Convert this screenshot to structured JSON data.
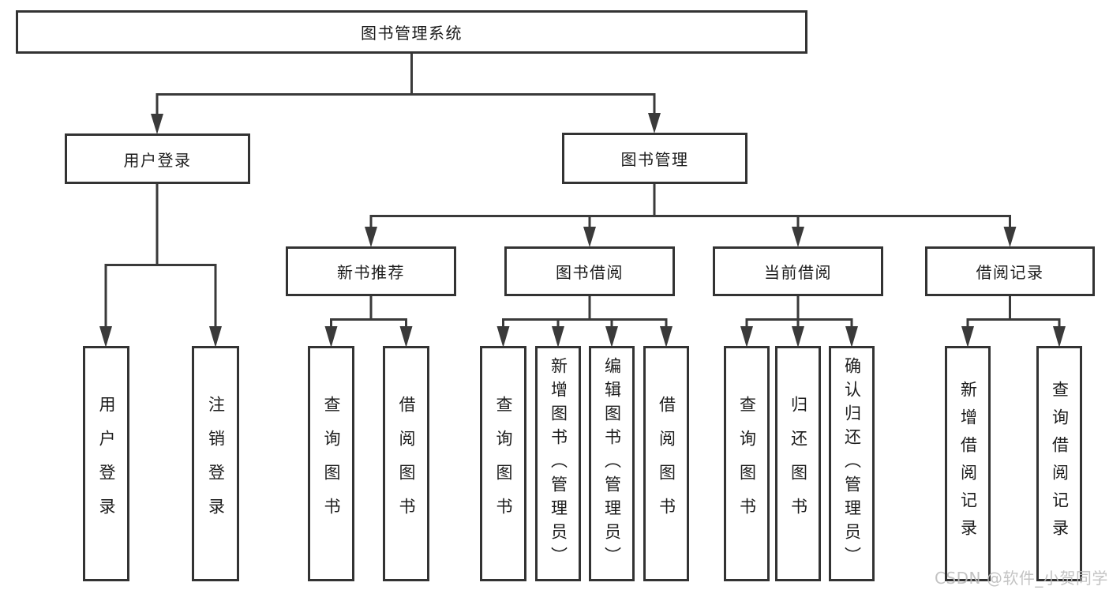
{
  "diagram": {
    "root": {
      "label": "图书管理系统"
    },
    "level2": [
      {
        "label": "用户登录",
        "children": [
          {
            "label": "用户登录"
          },
          {
            "label": "注销登录"
          }
        ]
      },
      {
        "label": "图书管理",
        "children": [
          {
            "label": "新书推荐",
            "children": [
              {
                "label": "查询图书"
              },
              {
                "label": "借阅图书"
              }
            ]
          },
          {
            "label": "图书借阅",
            "children": [
              {
                "label": "查询图书"
              },
              {
                "label": "新增图书（管理员）"
              },
              {
                "label": "编辑图书（管理员）"
              },
              {
                "label": "借阅图书"
              }
            ]
          },
          {
            "label": "当前借阅",
            "children": [
              {
                "label": "查询图书"
              },
              {
                "label": "归还图书"
              },
              {
                "label": "确认归还（管理员）"
              }
            ]
          },
          {
            "label": "借阅记录",
            "children": [
              {
                "label": "新增借阅记录"
              },
              {
                "label": "查询借阅记录"
              }
            ]
          }
        ]
      }
    ]
  },
  "watermark": {
    "text": "CSDN @软件_小贺同学",
    "color": "#bdbdbd"
  },
  "colors": {
    "line": "#3a3a3a",
    "box_border": "#333333",
    "text": "#1c1c1c",
    "background": "#ffffff"
  }
}
